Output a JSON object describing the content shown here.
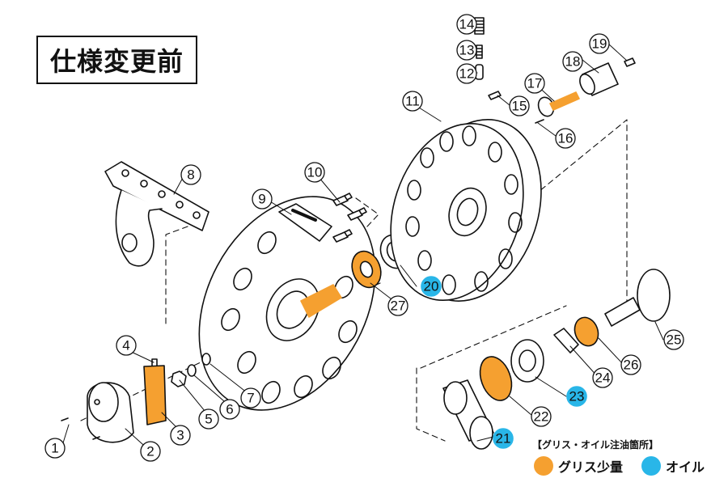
{
  "header": {
    "title": "仕様変更前"
  },
  "legend": {
    "title": "【グリス・オイル注油箇所】",
    "grease": {
      "label": "グリス少量",
      "color": "#F5A030"
    },
    "oil": {
      "label": "オイル",
      "color": "#29B6E8"
    }
  },
  "colors": {
    "stroke": "#111111",
    "part_fill": "#ffffff"
  },
  "parts": [
    {
      "no": "1",
      "kind": "plain"
    },
    {
      "no": "2",
      "kind": "plain"
    },
    {
      "no": "3",
      "kind": "plain"
    },
    {
      "no": "4",
      "kind": "plain"
    },
    {
      "no": "5",
      "kind": "plain"
    },
    {
      "no": "6",
      "kind": "plain"
    },
    {
      "no": "7",
      "kind": "plain"
    },
    {
      "no": "8",
      "kind": "plain"
    },
    {
      "no": "9",
      "kind": "plain"
    },
    {
      "no": "10",
      "kind": "plain"
    },
    {
      "no": "11",
      "kind": "plain"
    },
    {
      "no": "12",
      "kind": "plain"
    },
    {
      "no": "13",
      "kind": "plain"
    },
    {
      "no": "14",
      "kind": "plain"
    },
    {
      "no": "15",
      "kind": "plain"
    },
    {
      "no": "16",
      "kind": "plain"
    },
    {
      "no": "17",
      "kind": "plain"
    },
    {
      "no": "18",
      "kind": "plain"
    },
    {
      "no": "19",
      "kind": "plain"
    },
    {
      "no": "20",
      "kind": "oil"
    },
    {
      "no": "21",
      "kind": "oil"
    },
    {
      "no": "22",
      "kind": "plain"
    },
    {
      "no": "23",
      "kind": "oil"
    },
    {
      "no": "24",
      "kind": "plain"
    },
    {
      "no": "25",
      "kind": "plain"
    },
    {
      "no": "26",
      "kind": "plain"
    },
    {
      "no": "27",
      "kind": "plain"
    }
  ]
}
